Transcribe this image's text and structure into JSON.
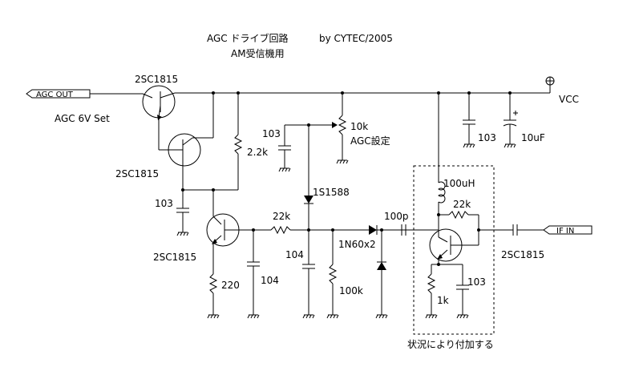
{
  "title": {
    "line1": "AGC ドライブ回路",
    "by": "by CYTEC/2005",
    "line2": "AM受信機用"
  },
  "ports": {
    "agc_out": "AGC OUT",
    "if_in": "IF IN",
    "vcc": "VCC"
  },
  "notes": {
    "agc_set": "AGC 6V Set",
    "optional": "状況により付加する"
  },
  "transistors": {
    "q1": "2SC1815",
    "q2": "2SC1815",
    "q3": "2SC1815",
    "q4": "2SC1815"
  },
  "resistors": {
    "r_2k2": "2.2k",
    "r_22k": "22k",
    "r_220": "220",
    "r_100k": "100k",
    "r_22k_fb": "22k",
    "r_1k": "1k",
    "vr": "10k",
    "vr_label": "AGC設定"
  },
  "capacitors": {
    "c_103_vr": "103",
    "c_103_base": "103",
    "c_104_a": "104",
    "c_104_b": "104",
    "c_100p": "100p",
    "c_103_vcc": "103",
    "c_10uf": "10uF",
    "c_103_emit": "103"
  },
  "diodes": {
    "d_1s1588": "1S1588",
    "d_1n60": "1N60x2"
  },
  "inductors": {
    "l_100uh": "100uH"
  }
}
